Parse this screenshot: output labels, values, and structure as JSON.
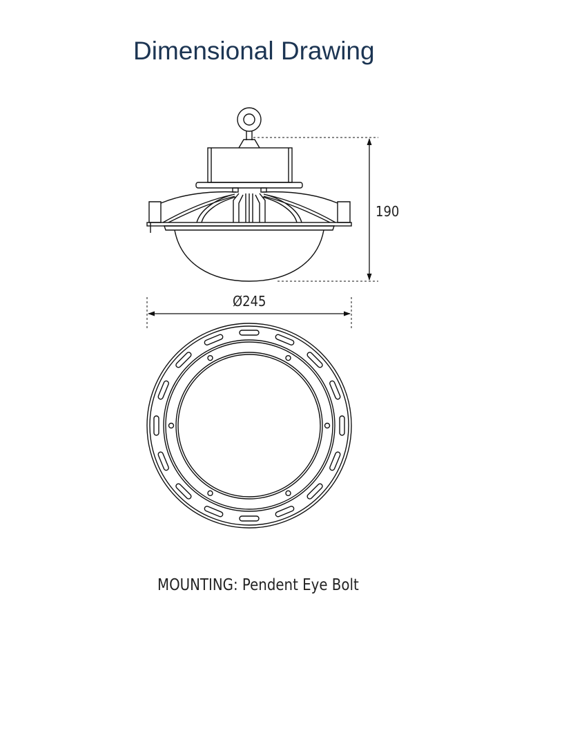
{
  "title": "Dimensional Drawing",
  "dimensions": {
    "height_label": "190",
    "diameter_label": "Ø245"
  },
  "caption": "MOUNTING: Pendent Eye Bolt",
  "colors": {
    "title": "#1c3553",
    "line": "#111111",
    "text": "#222222"
  }
}
